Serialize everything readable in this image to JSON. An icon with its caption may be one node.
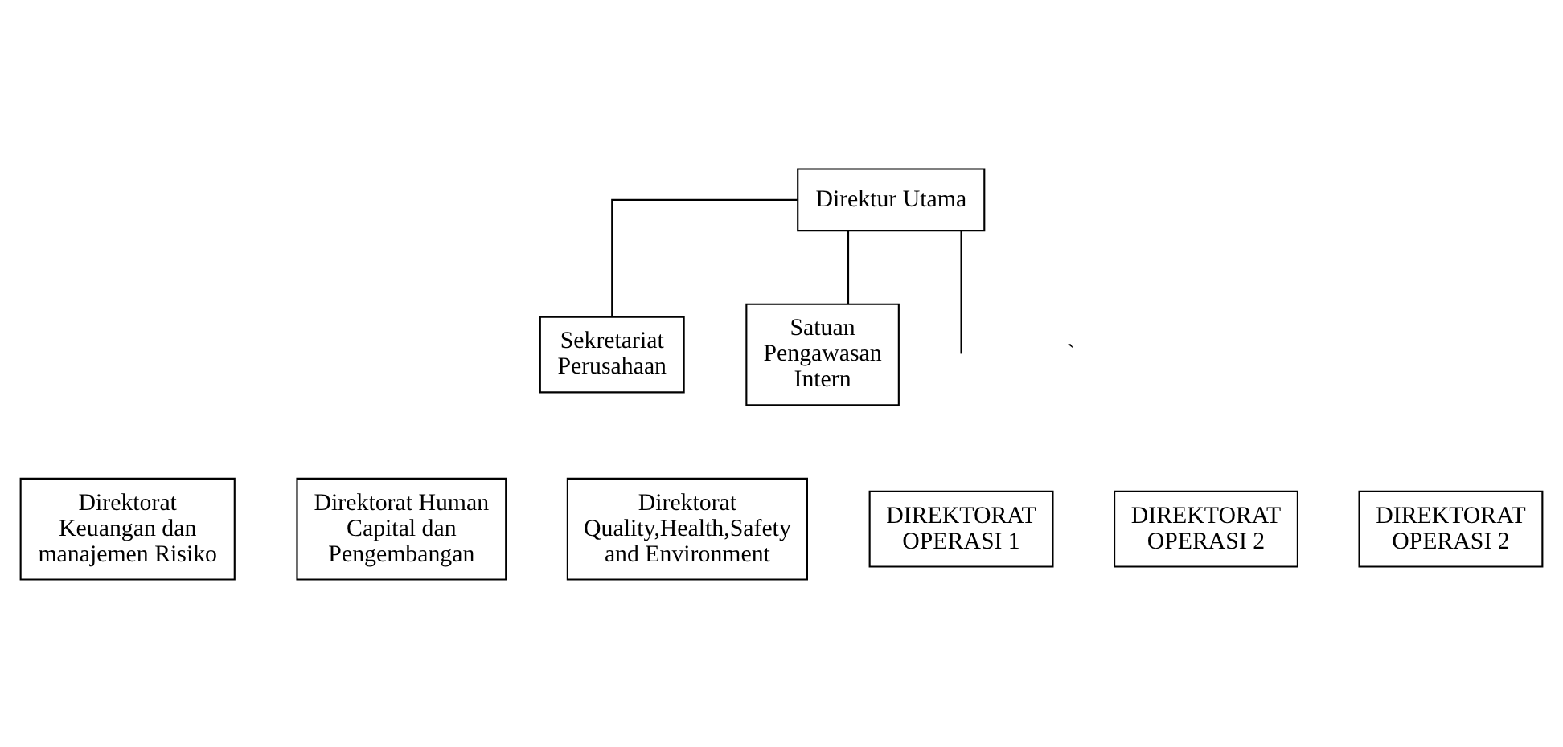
{
  "diagram": {
    "nodes": [
      {
        "text": [
          "Direktur Utama"
        ]
      },
      {
        "text": [
          "Sekretariat Perusahaan"
        ]
      },
      {
        "text": [
          "Satuan Pengawasan Intern"
        ]
      },
      {
        "text": [
          "Direktorat Keuangan dan manajemen Risiko"
        ]
      },
      {
        "text": [
          "Direktorat Human Capital dan Pengembangan"
        ]
      },
      {
        "text": [
          "Direktorat Quality,Health,Safety and Environment"
        ]
      },
      {
        "text": [
          "DIREKTORAT OPERASI 1"
        ]
      },
      {
        "text": [
          "DIREKTORAT OPERASI 2"
        ]
      },
      {
        "text": [
          "DIREKTORAT OPERASI 2"
        ]
      }
    ],
    "edges": [
      {
        "from": 0,
        "to": 1,
        "arrow": "none"
      },
      {
        "from": 0,
        "to": 2,
        "arrow": "none"
      },
      {
        "from": 0,
        "to": null,
        "arrow": "none"
      }
    ],
    "labels": [
      "`"
    ]
  }
}
